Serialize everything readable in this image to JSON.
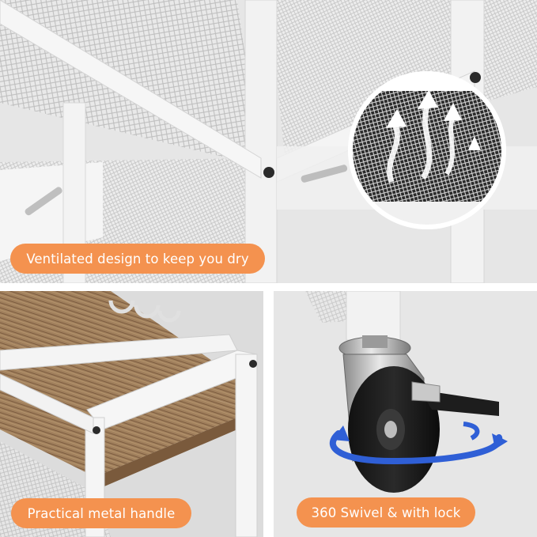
{
  "panels": {
    "ventilation": {
      "caption": "Ventilated design to keep you dry"
    },
    "handle": {
      "caption": "Practical metal handle"
    },
    "caster": {
      "caption": "360 Swivel & with lock"
    }
  },
  "colors": {
    "caption_bg": "#f4924f",
    "caption_text": "#ffffff",
    "frame": "#f1f1f1",
    "background": "#e4e4e4",
    "wood": "#9a7a5a",
    "swivel_arrow": "#2f5fd6"
  }
}
